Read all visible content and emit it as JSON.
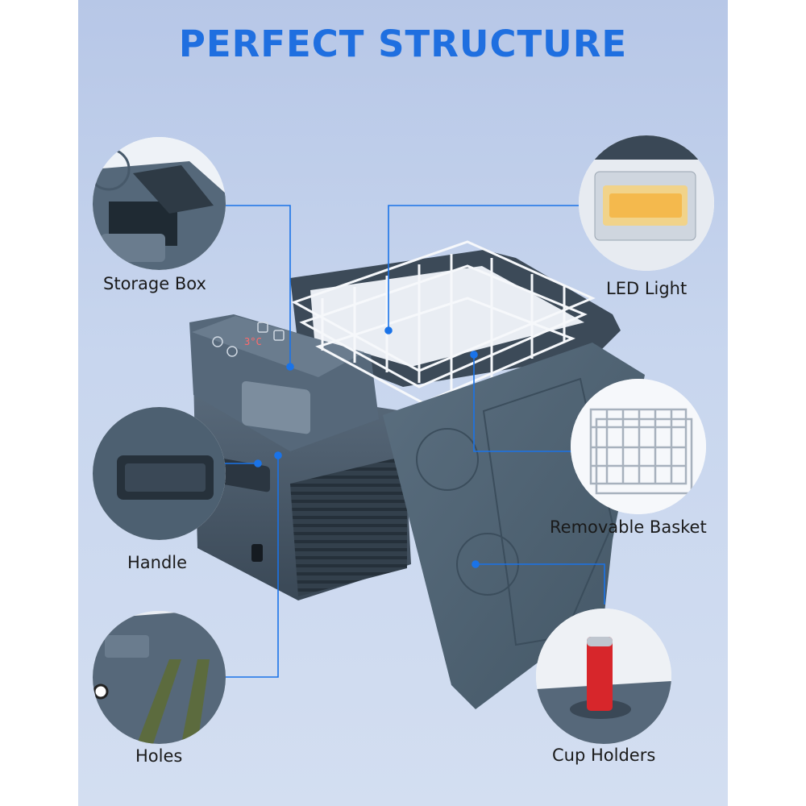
{
  "title": "PERFECT STRUCTURE",
  "labels": {
    "storage_box": "Storage Box",
    "led_light": "LED Light",
    "handle": "Handle",
    "removable_basket": "Removable Basket",
    "holes": "Holes",
    "cup_holders": "Cup Holders"
  },
  "panel": {
    "temp": "3°C"
  },
  "colors": {
    "title": "#1f6fe0",
    "accent_line": "#1a73e8",
    "cooler_body": "#4a5a6b",
    "lid": "#4f6273",
    "basket": "#f4f6fa",
    "background": "#c2d2ed"
  }
}
